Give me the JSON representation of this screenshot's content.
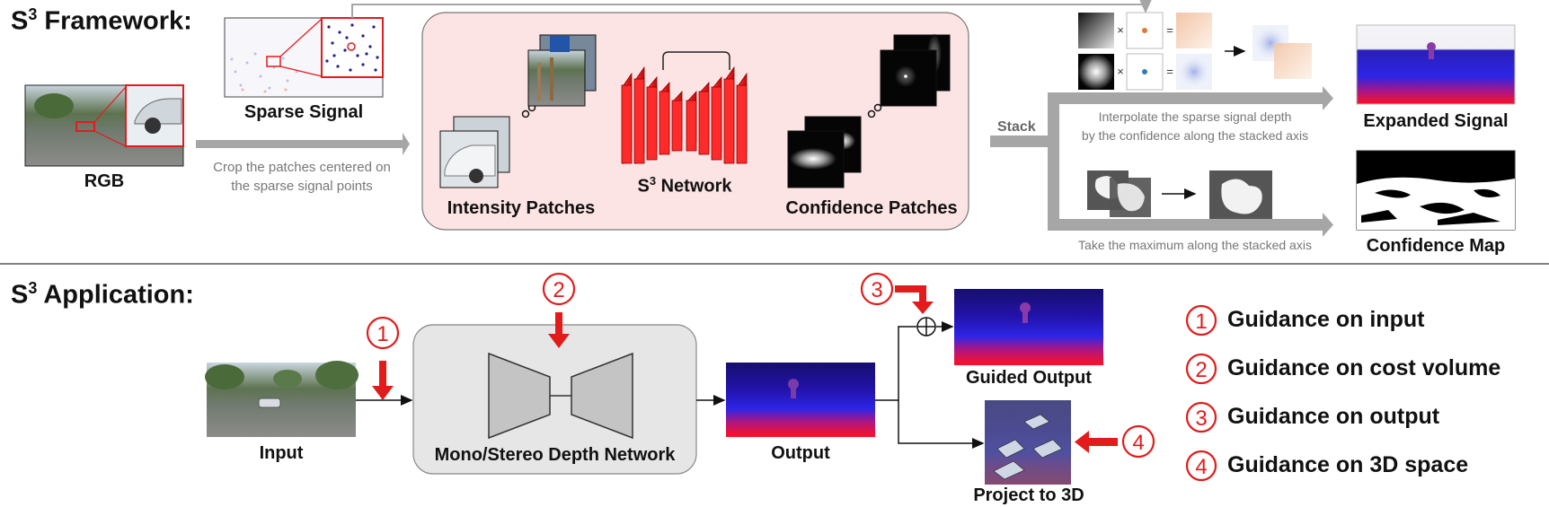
{
  "framework": {
    "title_main": "S",
    "title_sup": "3",
    "title_rest": " Framework:",
    "rgb_label": "RGB",
    "sparse_label": "Sparse Signal",
    "crop_caption_1": "Crop the patches centered on",
    "crop_caption_2": "the sparse signal points",
    "intensity_label": "Intensity Patches",
    "network_main": "S",
    "network_sup": "3",
    "network_rest": " Network",
    "confidence_label": "Confidence Patches",
    "stack_label": "Stack",
    "interp_caption_1": "Interpolate the sparse signal depth",
    "interp_caption_2": "by the confidence along the stacked axis",
    "max_caption": "Take the maximum along the stacked axis",
    "expanded_label": "Expanded Signal",
    "confmap_label": "Confidence Map",
    "op_times": "×",
    "op_equals": "="
  },
  "application": {
    "title_main": "S",
    "title_sup": "3",
    "title_rest": " Application:",
    "input_label": "Input",
    "network_label": "Mono/Stereo Depth Network",
    "output_label": "Output",
    "guided_label": "Guided Output",
    "project_label": "Project to 3D",
    "markers": [
      "1",
      "2",
      "3",
      "4"
    ]
  },
  "legend": [
    {
      "num": "1",
      "text": "Guidance on input"
    },
    {
      "num": "2",
      "text": "Guidance on cost volume"
    },
    {
      "num": "3",
      "text": "Guidance on output"
    },
    {
      "num": "4",
      "text": "Guidance on 3D space"
    }
  ],
  "colors": {
    "accent_red": "#e31b1b",
    "panel_pink": "#fde4e4",
    "panel_gray": "#e6e6e6",
    "arrow_gray": "#a6a6a6",
    "depth_blue": "#2a1fd6",
    "depth_red": "#ff1020"
  }
}
